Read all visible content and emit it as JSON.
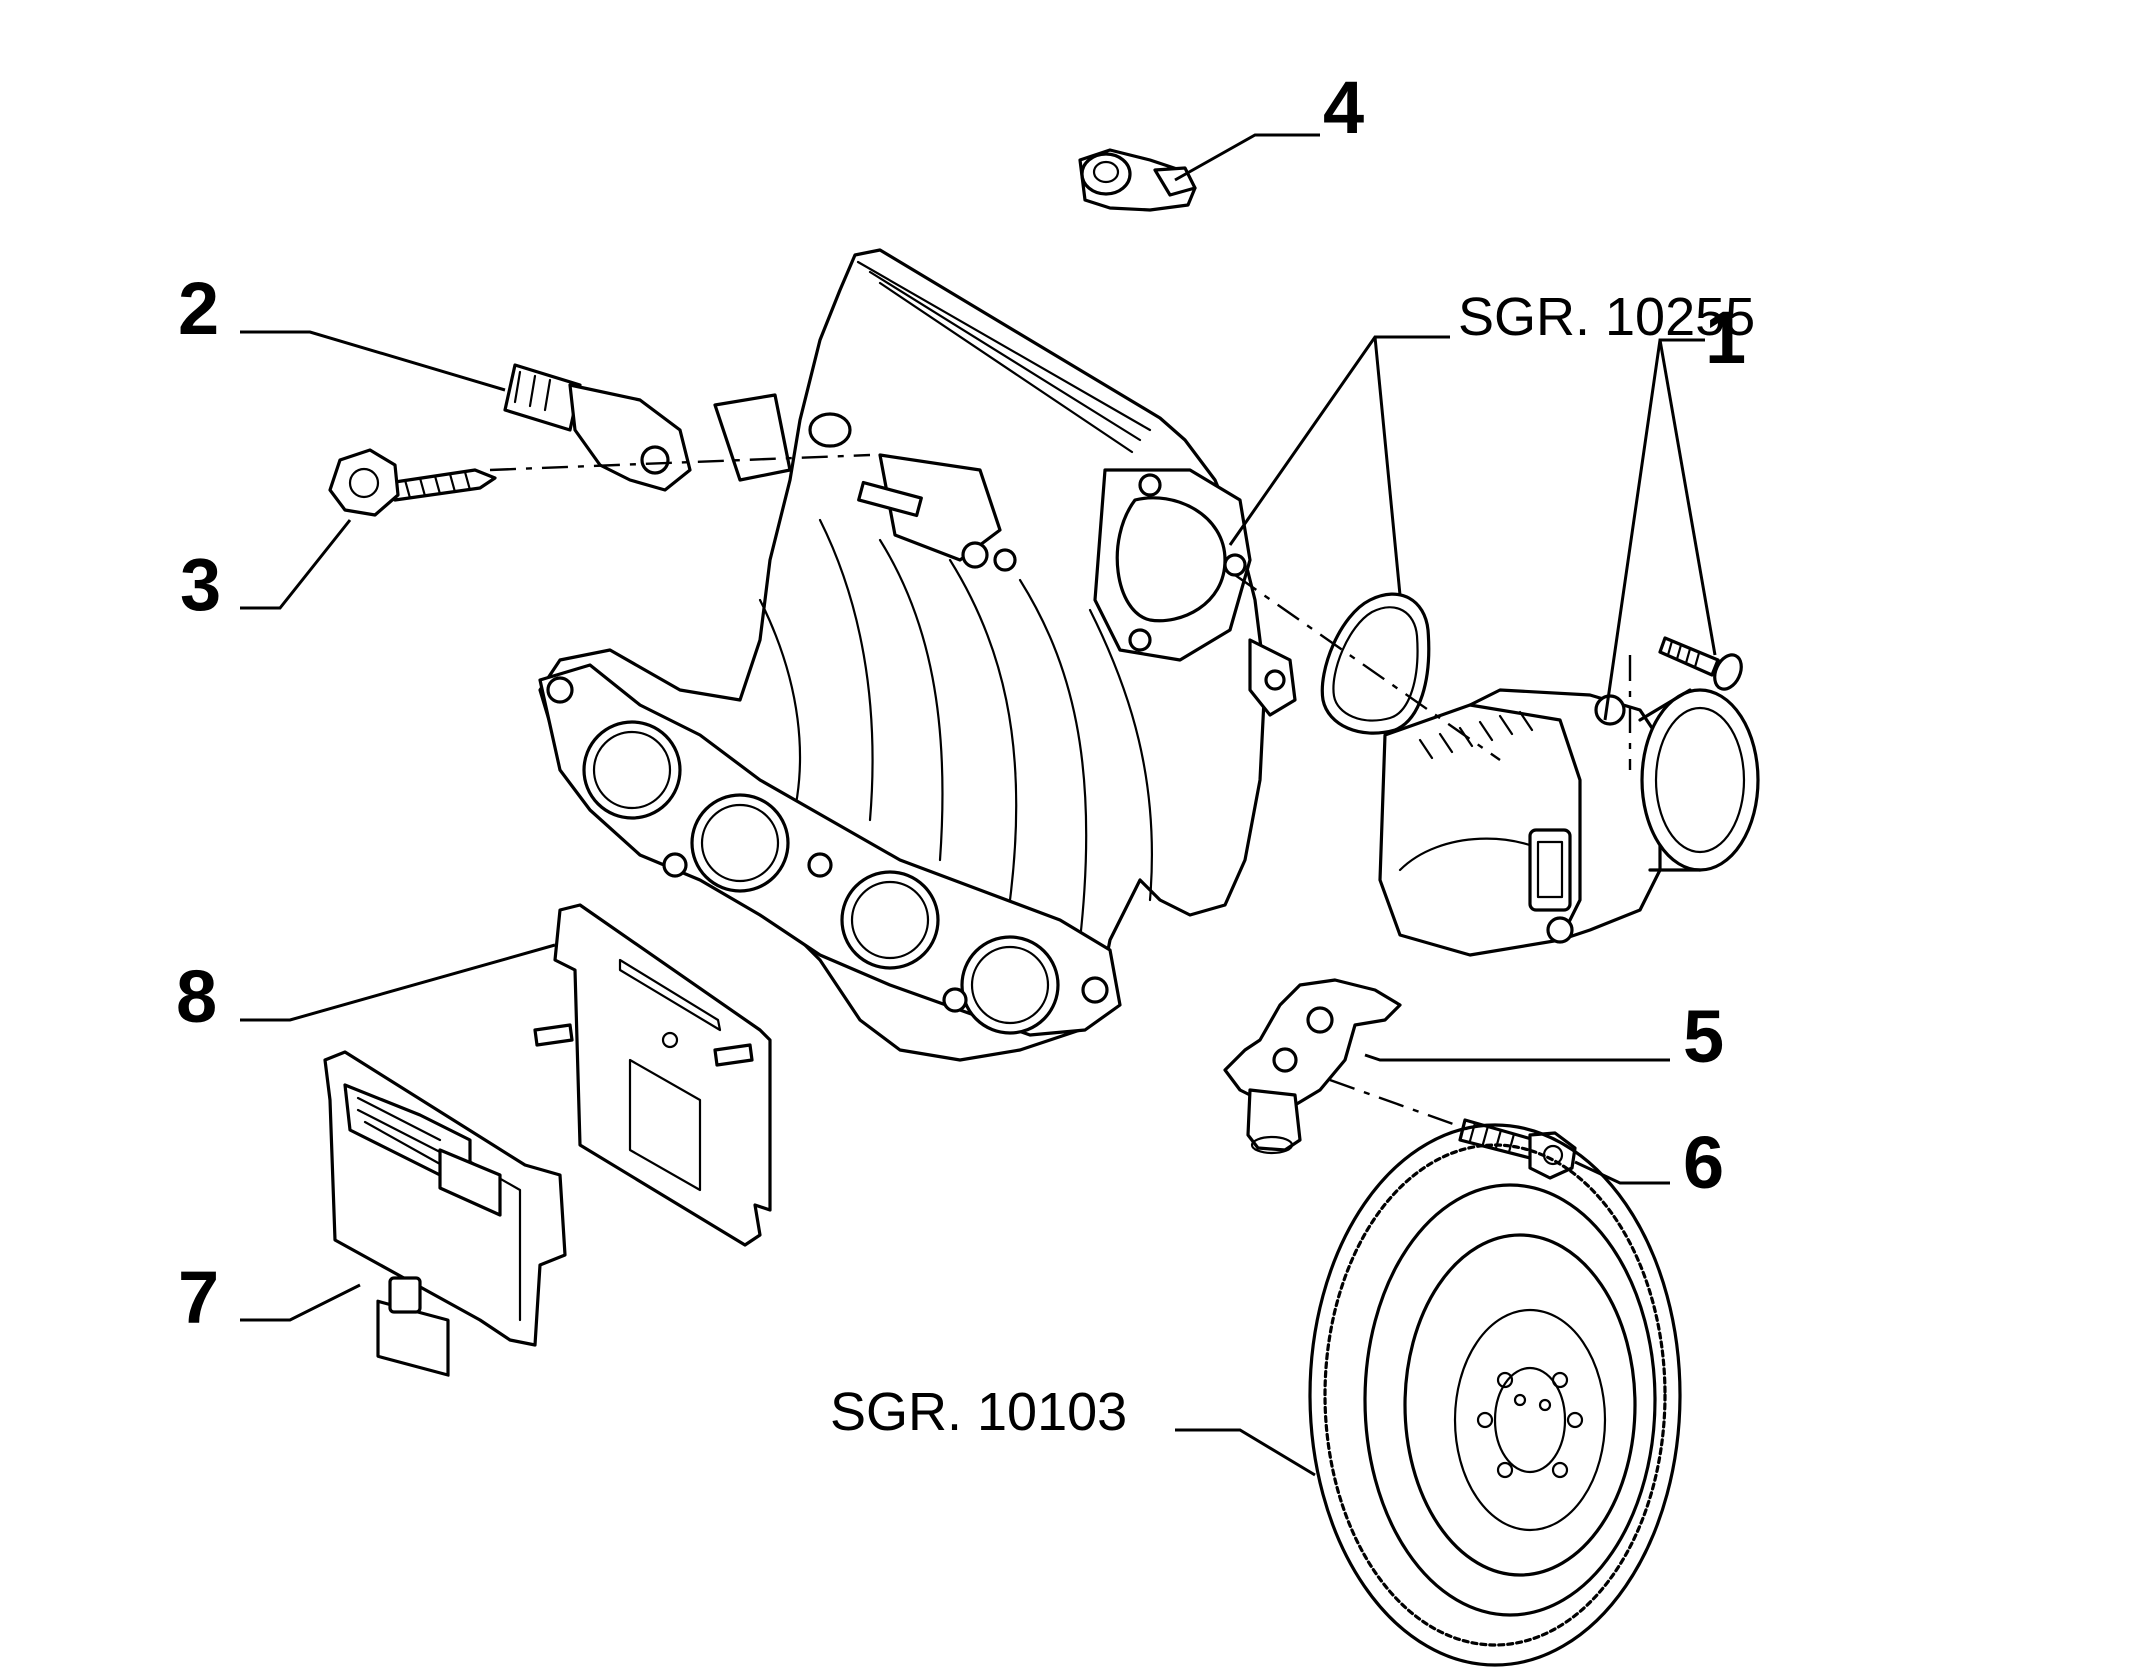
{
  "callouts": {
    "c1": "1",
    "c2": "2",
    "c3": "3",
    "c4": "4",
    "c5": "5",
    "c6": "6",
    "c7": "7",
    "c8": "8"
  },
  "references": {
    "sgr_10255": "SGR. 10255",
    "sgr_10103": "SGR. 10103"
  }
}
